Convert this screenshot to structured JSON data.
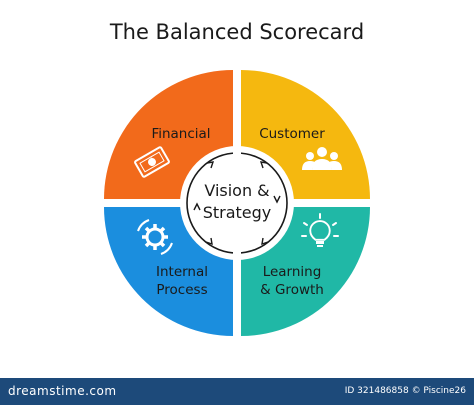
{
  "title": "The Balanced Scorecard",
  "center": {
    "line1": "Vision &",
    "line2": "Strategy"
  },
  "quadrants": [
    {
      "id": "financial",
      "lines": [
        "Financial"
      ],
      "color": "#f26a1b",
      "icon": "money-icon"
    },
    {
      "id": "customer",
      "lines": [
        "Customer"
      ],
      "color": "#f5b80f",
      "icon": "people-icon"
    },
    {
      "id": "internal",
      "lines": [
        "Internal",
        "Process"
      ],
      "color": "#1b8ede",
      "icon": "gear-icon"
    },
    {
      "id": "learning",
      "lines": [
        "Learning",
        "& Growth"
      ],
      "color": "#20b8a6",
      "icon": "lightbulb-icon"
    }
  ],
  "footer": {
    "left": "dreamstime.com",
    "right": "ID 321486858 © Piscine26"
  }
}
